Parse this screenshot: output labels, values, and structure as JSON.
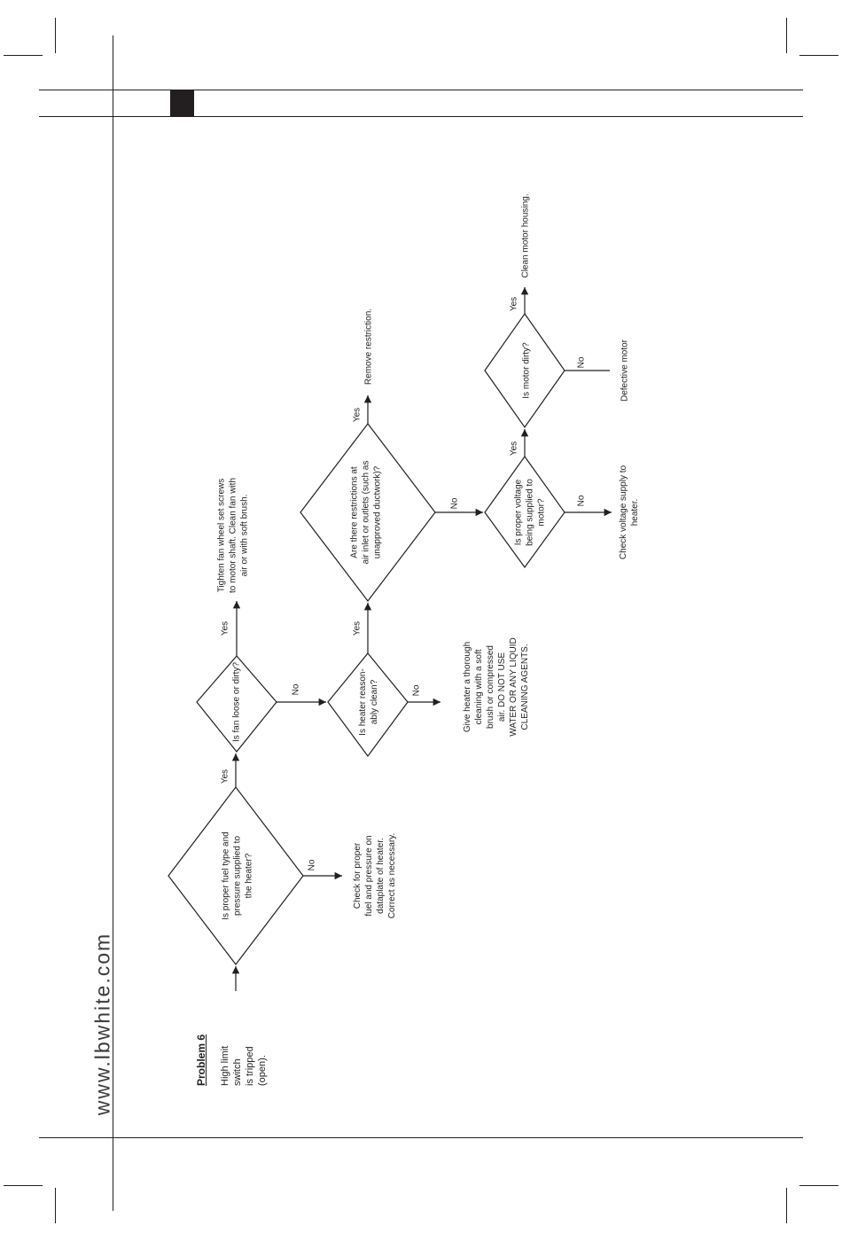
{
  "website": "www.lbwhite.com",
  "problem": {
    "title": "Problem 6",
    "description": "High limit switch\nis tripped (open)."
  },
  "decisions": {
    "fuel": "Is proper fuel type and\npressure supplied to\nthe heater?",
    "fan": "Is fan loose or dirty?",
    "clean": "Is heater reason-\nably clean?",
    "restrictions": "Are there restrictions at\nair inlet or outlets (such as\nunapproved ductwork)?",
    "voltage": "Is proper voltage\nbeing supplied to\nmotor?",
    "motor_dirty": "Is motor dirty?"
  },
  "actions": {
    "check_fuel": "Check for proper\nfuel and pressure on\ndataplate of heater.\nCorrect as necessary.",
    "tighten_fan": "Tighten fan wheel set screws\nto motor shaft. Clean fan with\nair or with soft brush.",
    "give_cleaning": "Give heater a thorough\ncleaning with a soft\nbrush or compressed\nair. DO NOT USE\nWATER OR ANY LIQUID\nCLEANING AGENTS.",
    "remove_restriction": "Remove restriction.",
    "check_voltage": "Check voltage supply to\nheater.",
    "clean_motor": "Clean motor housing.",
    "defective_motor": "Defective motor"
  },
  "labels": {
    "yes": "Yes",
    "no": "No"
  }
}
